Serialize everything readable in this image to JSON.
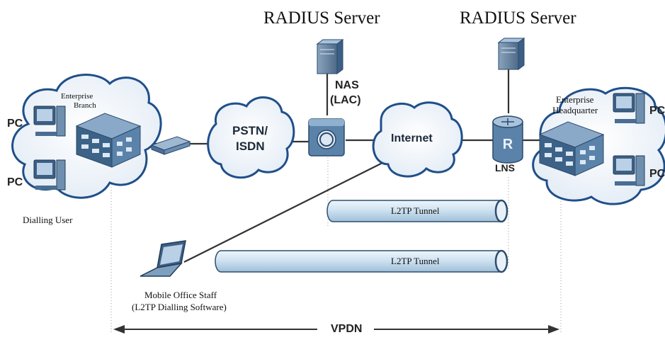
{
  "servers": {
    "radius_left": "RADIUS Server",
    "radius_right": "RADIUS Server"
  },
  "nodes": {
    "nas": "NAS",
    "lac": "(LAC)",
    "lns": "LNS",
    "pstn_line1": "PSTN/",
    "pstn_line2": "ISDN",
    "internet": "Internet"
  },
  "branch": {
    "label_line1": "Enterprise",
    "label_line2": "Branch",
    "pc_top": "PC",
    "pc_bottom": "PC",
    "dialling_user": "Dialling User"
  },
  "headquarter": {
    "label_line1": "Enterprise",
    "label_line2": "Headquarter",
    "pc_top": "PC",
    "pc_bottom": "PC"
  },
  "mobile": {
    "line1": "Mobile Office Staff",
    "line2": "(L2TP Dialling Software)"
  },
  "tunnels": {
    "upper": "L2TP Tunnel",
    "lower": "L2TP Tunnel"
  },
  "vpdn": "VPDN",
  "colors": {
    "cloud_fill": "#eef3f8",
    "cloud_stroke": "#1f4f8a",
    "tunnel_fill": "#cfe3f1",
    "tunnel_stroke": "#2e4d6e",
    "device_blue": "#5b83aa",
    "line": "#333333"
  }
}
